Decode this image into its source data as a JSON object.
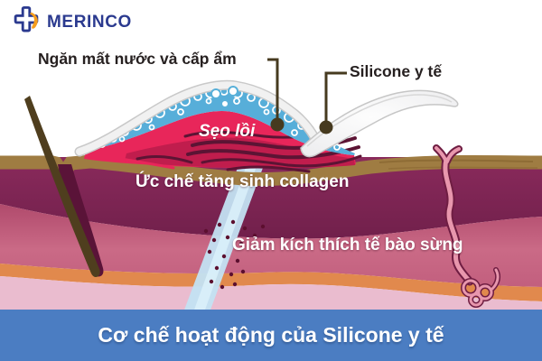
{
  "logo": {
    "brand": "MERINCO"
  },
  "annotations": {
    "moisture": "Ngăn mất nước và cấp ẩm",
    "silicone": "Silicone y tế",
    "scar": "Sẹo lồi",
    "collagen": "Ức chế tăng sinh collagen",
    "keratinocyte": "Giảm kích thích tế bào sừng"
  },
  "banner": {
    "title": "Cơ chế hoạt động của Silicone y tế"
  },
  "colors": {
    "brand_navy": "#2b3a8f",
    "brand_orange": "#f59d1e",
    "banner_blue": "#4b7dc2",
    "scar_red": "#e8265a",
    "moisture_blue": "#57aed9",
    "dermis_maroon": "#7e2754",
    "rose_layer": "#c05c7c",
    "orange_layer": "#e1894d",
    "light_pink_layer": "#eabccf",
    "epidermis_brown": "#9f7c42",
    "silicone_sheet_gray": "#f1f1f1",
    "label_ink": "#262020",
    "connector_brown": "#463a1f"
  }
}
